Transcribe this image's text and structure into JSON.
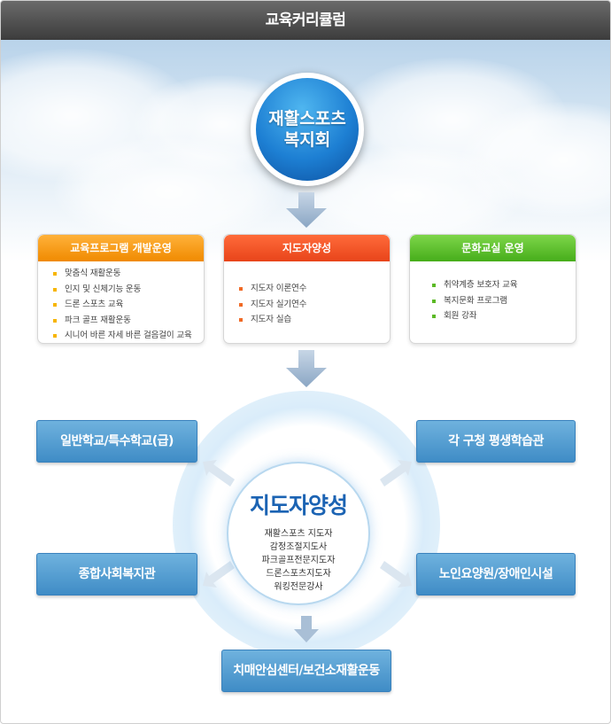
{
  "title": "교육커리큘럼",
  "top_circle": {
    "line1": "재활스포츠",
    "line2": "복지회"
  },
  "cards": [
    {
      "heading": "교육프로그램 개발운영",
      "items": [
        "맞춤식 재활운동",
        "인지 및 신체기능 운동",
        "드론 스포츠 교육",
        "파크 골프 재활운동",
        "시니어 바른 자세 바른 걸음걸이 교육"
      ]
    },
    {
      "heading": "지도자양성",
      "items": [
        "지도자 이론연수",
        "지도자 실기연수",
        "지도자 실습"
      ]
    },
    {
      "heading": "문화교실 운영",
      "items": [
        "취약계층 보호자 교육",
        "복지문화 프로그램",
        "회원 강좌"
      ]
    }
  ],
  "center": {
    "title": "지도자양성",
    "items": [
      "재활스포츠 지도자",
      "감정조절지도사",
      "파크골프전문지도자",
      "드론스포츠지도자",
      "워킹전문강사"
    ]
  },
  "targets": {
    "top_left": "일반학교/특수학교(급)",
    "top_right": "각 구청 평생학습관",
    "mid_left": "종합사회복지관",
    "mid_right": "노인요양원/장애인시설",
    "bottom": "치매안심센터/보건소재활운동"
  },
  "colors": {
    "title_bar": "#4a4a4a",
    "orange": "#f08a00",
    "red": "#e8441a",
    "green": "#46ad1a",
    "blue": "#3f8cc6",
    "center_text": "#1b63b3"
  }
}
